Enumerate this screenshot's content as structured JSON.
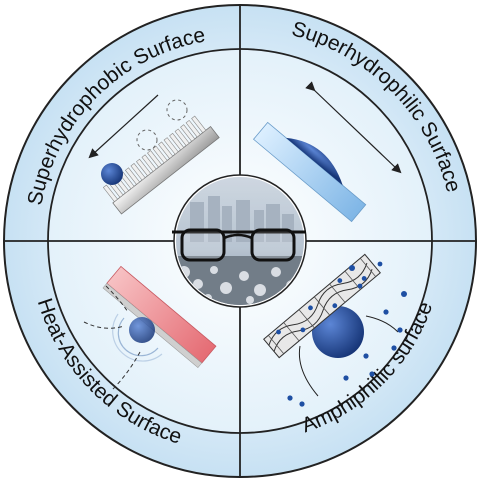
{
  "labels": {
    "top_left": "Superhydrophobic Surface",
    "top_right": "Superhydrophilic Surface",
    "bottom_left": "Heat-Assisted Surface",
    "bottom_right": "Amphiphillic surface"
  },
  "colors": {
    "outer_ring": "#cfe6f5",
    "inner_disc": "#e6f3fb",
    "outline": "#222222",
    "droplet": "#1b3f86",
    "hydrophilic_plate": "#9fcbee",
    "heated_plate": "#f2a3a8"
  },
  "icons": {
    "center": "foggy-glasses-city-photo"
  }
}
